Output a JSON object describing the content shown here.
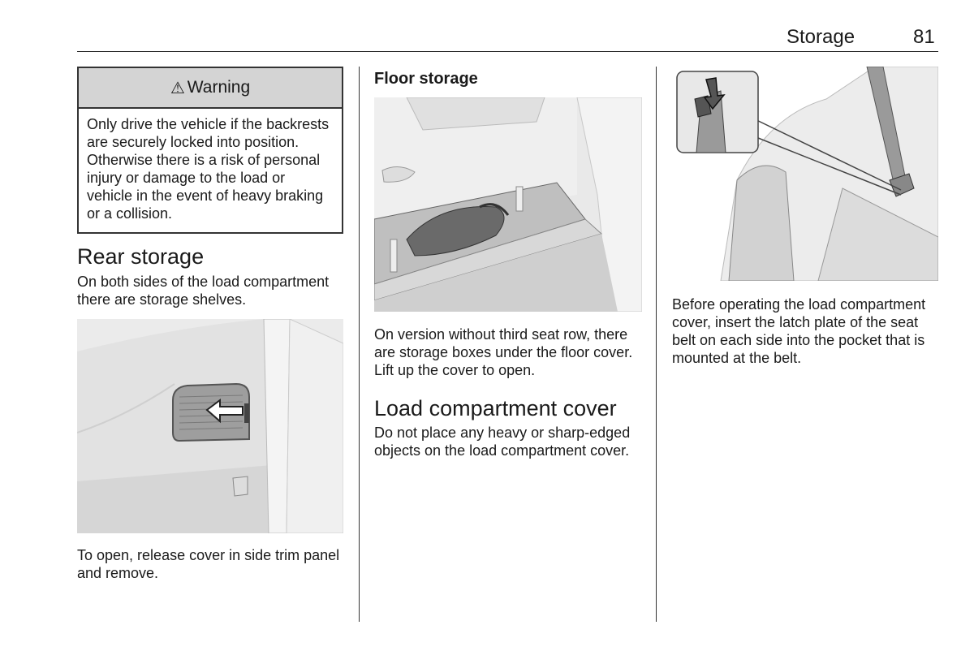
{
  "header": {
    "section": "Storage",
    "page_number": "81"
  },
  "warning": {
    "title": "Warning",
    "body": "Only drive the vehicle if the backrests are securely locked into position. Otherwise there is a risk of personal injury or damage to the load or vehicle in the event of heavy braking or a collision."
  },
  "rear_storage": {
    "heading": "Rear storage",
    "intro": "On both sides of the load compartment there are storage shelves.",
    "figure_caption": "To open, release cover in side trim panel and remove."
  },
  "floor_storage": {
    "heading": "Floor storage",
    "text": "On version without third seat row, there are storage boxes under the floor cover. Lift up the cover to open."
  },
  "load_cover": {
    "heading": "Load compartment cover",
    "text": "Do not place any heavy or sharp-edged objects on the load compartment cover.",
    "figure_caption": "Before operating the load compartment cover, insert the latch plate of the seat belt on each side into the pocket that is mounted at the belt."
  },
  "icons": {
    "warning": "warning-triangle-icon",
    "arrow": "arrow-left-icon",
    "arrow_down": "arrow-down-icon"
  },
  "colors": {
    "warning_header_bg": "#d4d4d4",
    "illustration_bg": "#e9e9e9"
  }
}
